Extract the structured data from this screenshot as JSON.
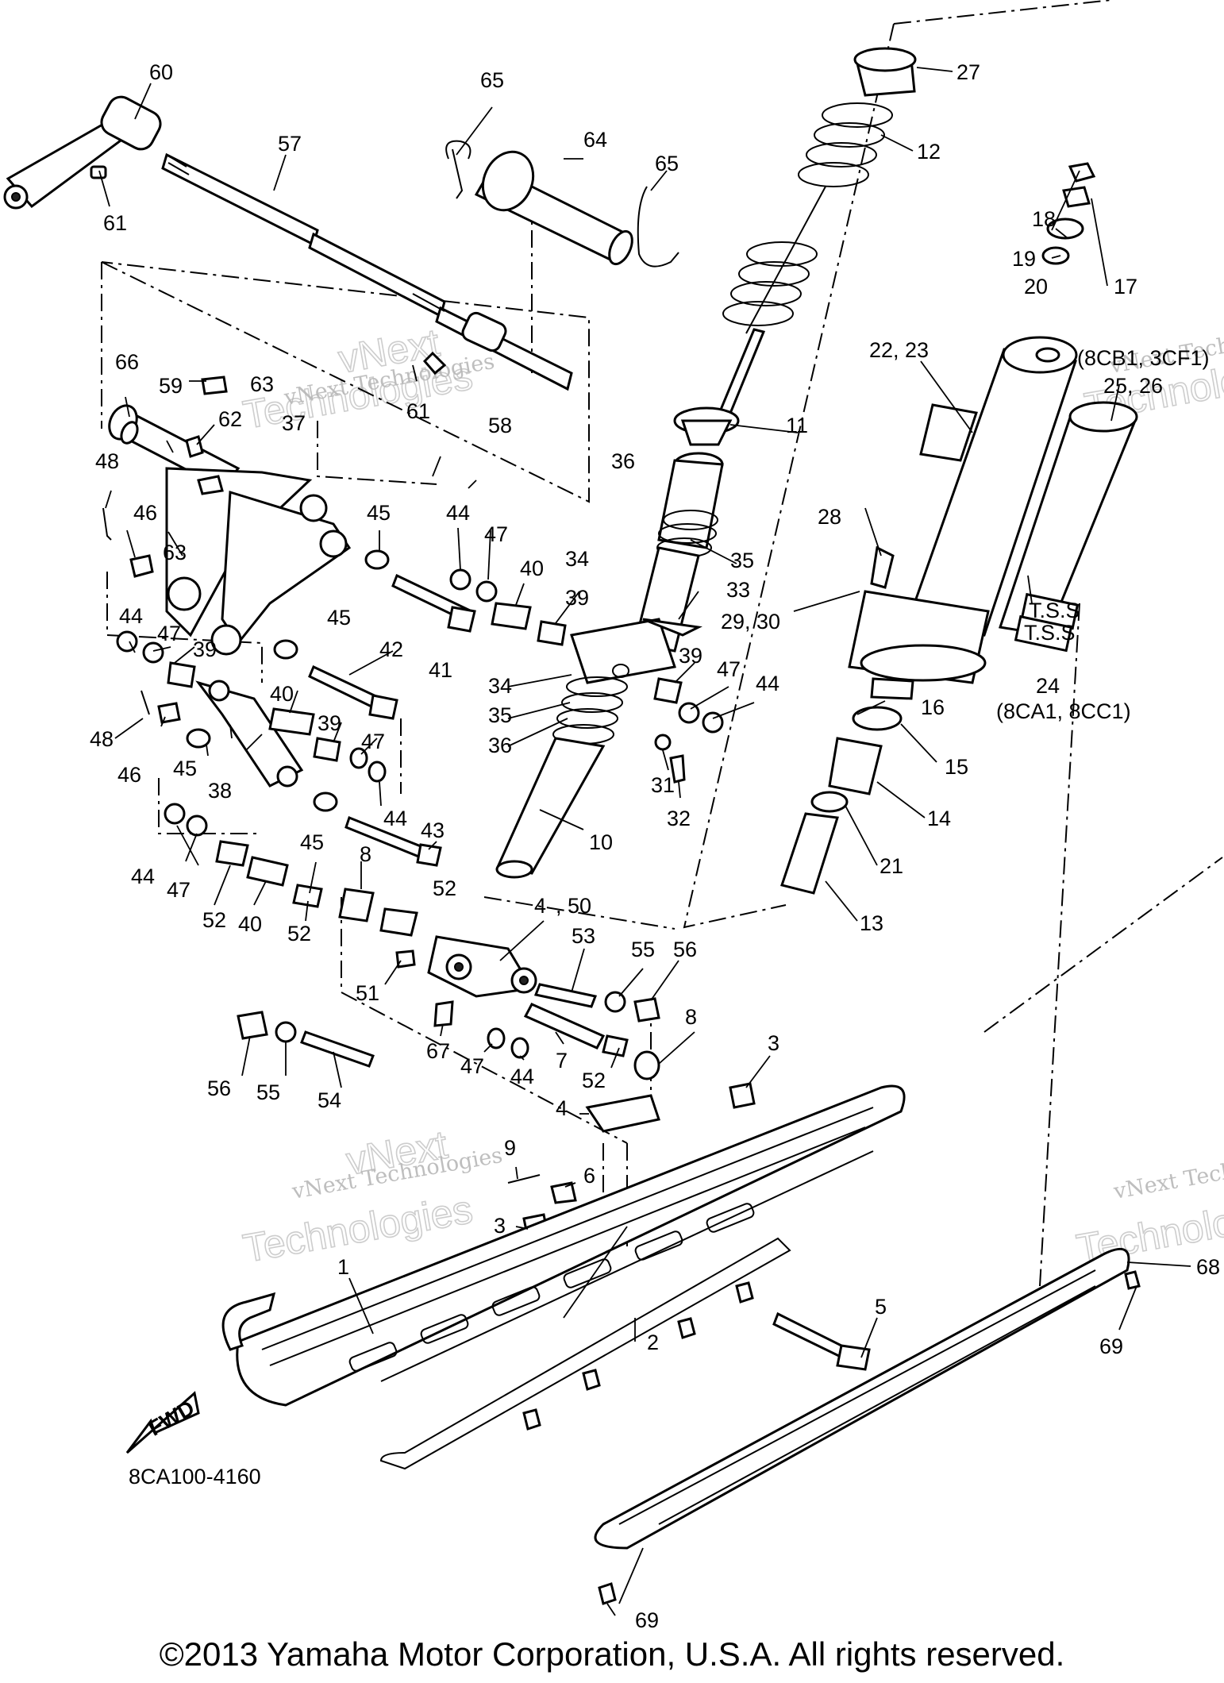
{
  "diagram": {
    "code": "8CA100-4160",
    "copyright": "©2013 Yamaha Motor Corporation, U.S.A. All rights reserved.",
    "watermark_small": "vNext Technologies",
    "watermark_large_1": "vNext",
    "watermark_large_2": "Technologies",
    "fwd_label": "FWD",
    "tss_label": "T.S.S",
    "callouts": [
      "60",
      "61",
      "57",
      "65",
      "64",
      "65",
      "27",
      "12",
      "18",
      "17",
      "19",
      "20",
      "22, 23",
      "(8CB1, 3CF1)",
      "25, 26",
      "66",
      "59",
      "63",
      "62",
      "61",
      "58",
      "11",
      "37",
      "48",
      "46",
      "63",
      "45",
      "44",
      "47",
      "40",
      "36",
      "34",
      "35",
      "33",
      "39",
      "29, 30",
      "28",
      "44",
      "47",
      "39",
      "45",
      "41",
      "42",
      "24",
      "(8CA1, 8CC1)",
      "16",
      "15",
      "14",
      "21",
      "13",
      "48",
      "46",
      "45",
      "38",
      "40",
      "39",
      "47",
      "44",
      "34",
      "35",
      "36",
      "39",
      "47",
      "44",
      "31",
      "32",
      "10",
      "43",
      "44",
      "47",
      "52",
      "40",
      "52",
      "45",
      "8",
      "52",
      "4",
      ", 50",
      "53",
      "55",
      "56",
      "51",
      "67",
      "47",
      "44",
      "7",
      "52",
      "8",
      "56",
      "55",
      "54",
      "3",
      "4",
      "9",
      "6",
      "3",
      "1",
      "5",
      "68",
      "2",
      "69",
      "69"
    ]
  }
}
